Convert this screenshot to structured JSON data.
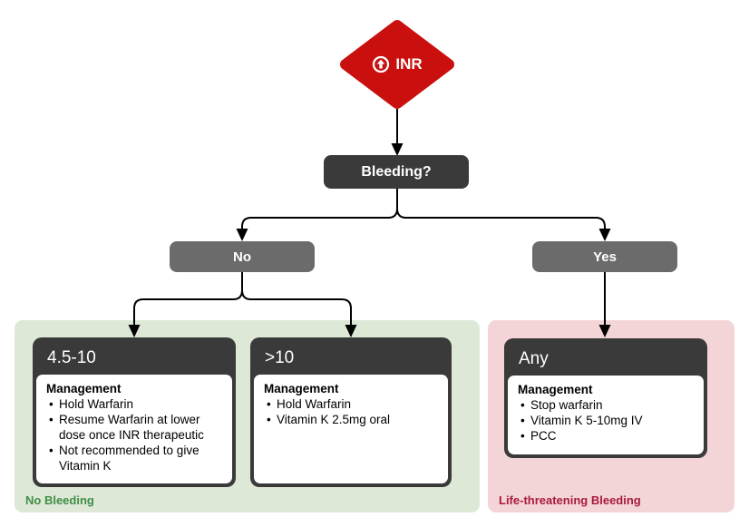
{
  "palette": {
    "diamond_red": "#c9100e",
    "node_dark": "#3a3a3a",
    "node_gray": "#6b6b6b",
    "connector_black": "#000000",
    "group_green_bg": "#dde8d7",
    "group_green_text": "#3f8e44",
    "group_pink_bg": "#f4d5d7",
    "group_pink_text": "#a81a3c"
  },
  "flowchart": {
    "root": {
      "label": "INR",
      "icon": "arrow-up-circle-icon"
    },
    "decision": {
      "label": "Bleeding?"
    },
    "branch_no": {
      "label": "No"
    },
    "branch_yes": {
      "label": "Yes"
    },
    "groups": [
      {
        "label": "No Bleeding",
        "cards": [
          {
            "title": "4.5-10",
            "section": "Management",
            "bullets": [
              "Hold Warfarin",
              "Resume Warfarin at lower\ndose once INR therapeutic",
              "Not recommended to give\nVitamin K"
            ]
          },
          {
            "title": ">10",
            "section": "Management",
            "bullets": [
              "Hold Warfarin",
              "Vitamin K 2.5mg oral"
            ]
          }
        ]
      },
      {
        "label": "Life-threatening Bleeding",
        "cards": [
          {
            "title": "Any",
            "section": "Management",
            "bullets": [
              "Stop warfarin",
              "Vitamin K 5-10mg IV",
              "PCC"
            ]
          }
        ]
      }
    ]
  }
}
